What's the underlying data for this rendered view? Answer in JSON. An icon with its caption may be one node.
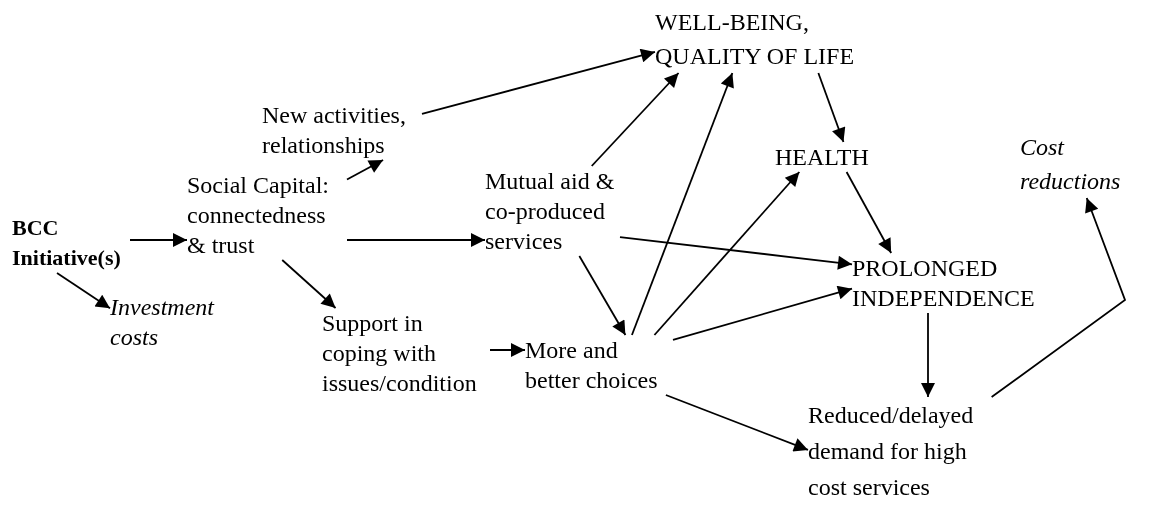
{
  "diagram": {
    "nodes": [
      {
        "text": [
          "BCC Initiative(s)"
        ]
      },
      {
        "text": [
          "Investment costs"
        ]
      },
      {
        "text": [
          "Social Capital: connectedness & trust"
        ]
      },
      {
        "text": [
          "New activities, relationships"
        ]
      },
      {
        "text": [
          "Support in coping with issues/condition"
        ]
      },
      {
        "text": [
          "Mutual aid & co-produced services"
        ]
      },
      {
        "text": [
          "WELL-BEING, QUALITY OF LIFE"
        ]
      },
      {
        "text": [
          "HEALTH"
        ]
      },
      {
        "text": [
          "More and better choices"
        ]
      },
      {
        "text": [
          "PROLONGED INDEPENDENCE"
        ]
      },
      {
        "text": [
          "Cost reductions"
        ]
      },
      {
        "text": [
          "Reduced/delayed demand for high cost services"
        ]
      }
    ],
    "edges": [
      {
        "from": 0,
        "to": 2,
        "arrow": "to"
      },
      {
        "from": 0,
        "to": 1,
        "arrow": "to"
      },
      {
        "from": 2,
        "to": 3,
        "arrow": "to"
      },
      {
        "from": 3,
        "to": 6,
        "arrow": "to"
      },
      {
        "from": 2,
        "to": 5,
        "arrow": "to"
      },
      {
        "from": 2,
        "to": 4,
        "arrow": "to"
      },
      {
        "from": 4,
        "to": 8,
        "arrow": "to"
      },
      {
        "from": 5,
        "to": 6,
        "arrow": "to"
      },
      {
        "from": 5,
        "to": 9,
        "arrow": "to"
      },
      {
        "from": 5,
        "to": 8,
        "arrow": "to"
      },
      {
        "from": 8,
        "to": 6,
        "arrow": "to"
      },
      {
        "from": 8,
        "to": 7,
        "arrow": "to"
      },
      {
        "from": 8,
        "to": 9,
        "arrow": "to"
      },
      {
        "from": 6,
        "to": 7,
        "arrow": "to"
      },
      {
        "from": 7,
        "to": 9,
        "arrow": "to"
      },
      {
        "from": 9,
        "to": 11,
        "arrow": "to"
      },
      {
        "from": 8,
        "to": 11,
        "arrow": "to"
      },
      {
        "from": 11,
        "to": 10,
        "arrow": "to"
      }
    ]
  }
}
